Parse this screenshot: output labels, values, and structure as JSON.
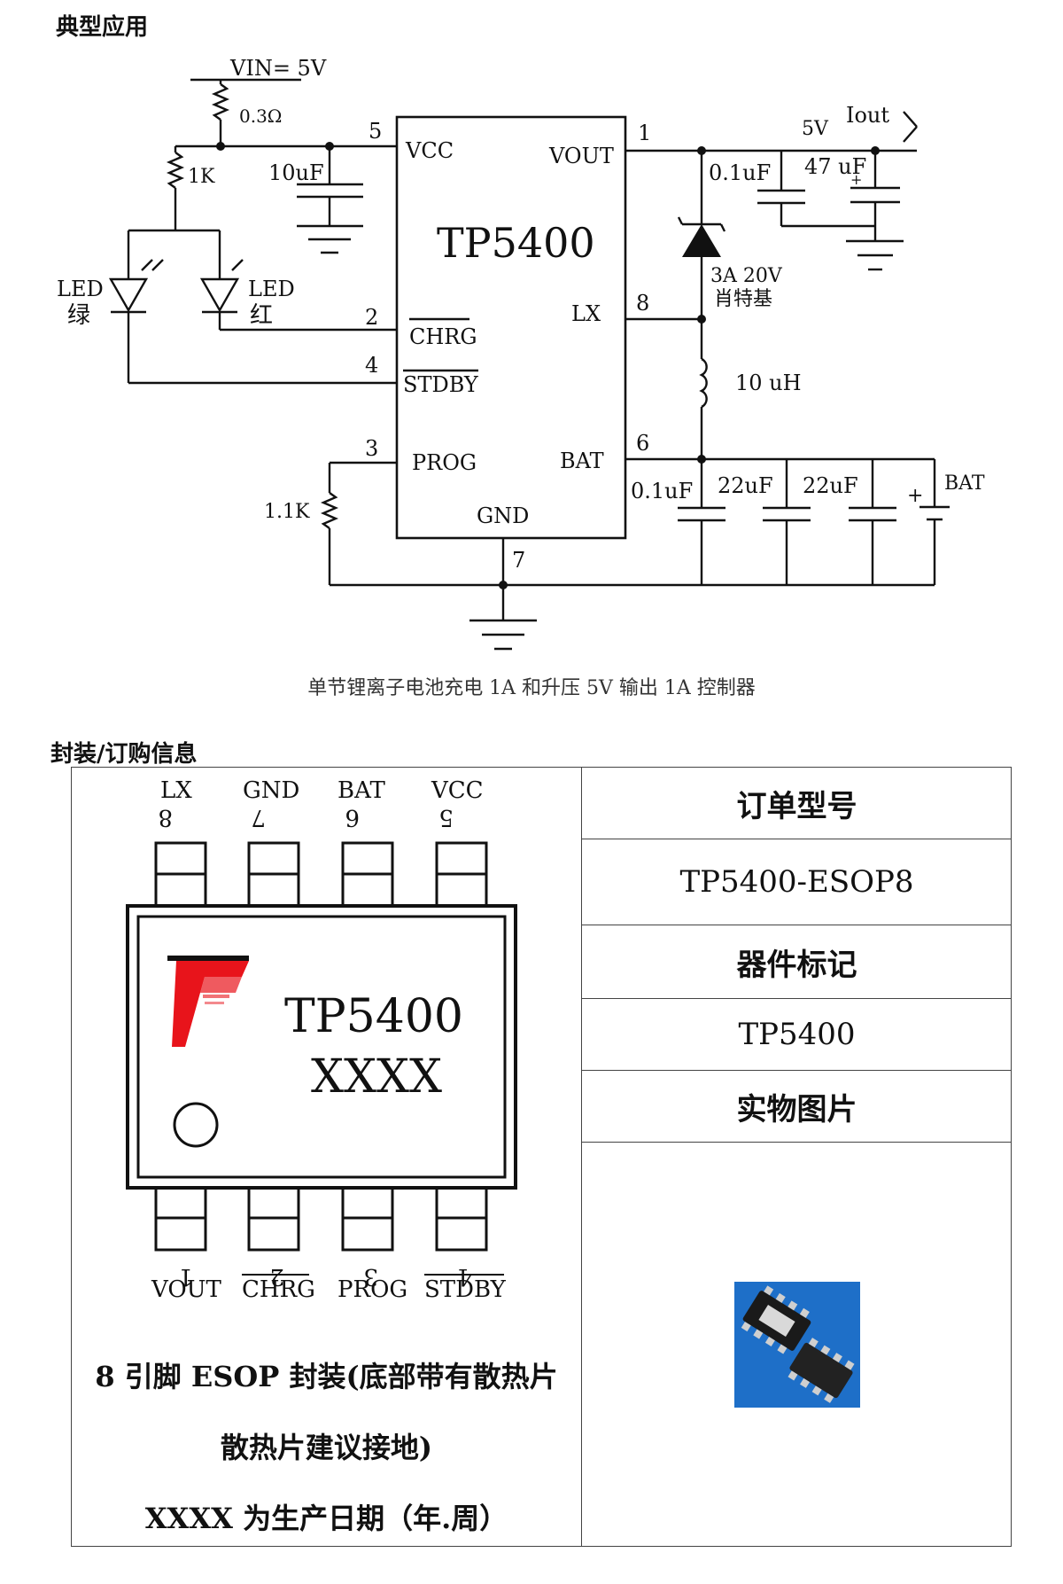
{
  "section1": {
    "heading": "典型应用"
  },
  "circuit": {
    "vin": "VIN= 5V",
    "r_sense": "0.3Ω",
    "r_led": "1K",
    "c_in": "10uF",
    "led_green": [
      "LED",
      "绿"
    ],
    "led_red": [
      "LED",
      "红"
    ],
    "chip_name": "TP5400",
    "pins": {
      "vcc": "VCC",
      "vout": "VOUT",
      "chrg": "CHRG",
      "stdby": "STDBY",
      "lx": "LX",
      "prog": "PROG",
      "bat": "BAT",
      "gnd": "GND"
    },
    "pin_numbers": {
      "vcc": "5",
      "vout": "1",
      "chrg": "2",
      "stdby": "4",
      "lx": "8",
      "prog": "3",
      "bat": "6",
      "gnd": "7"
    },
    "output_voltage": "5V",
    "iout": "Iout",
    "c_out1": "0.1uF",
    "c_out2": "47 uF",
    "diode_rating": "3A  20V",
    "diode_type": "肖特基",
    "inductor": "10 uH",
    "c_bat1": "0.1uF",
    "c_bat2": "22uF",
    "c_bat3": "22uF",
    "battery": "BAT",
    "r_prog": "1.1K",
    "caption": "单节锂离子电池充电 1A 和升压 5V 输出 1A 控制器"
  },
  "section2": {
    "heading": "封装/订购信息"
  },
  "package": {
    "top_pins": [
      {
        "name": "LX",
        "num": "8"
      },
      {
        "name": "GND",
        "num": "7"
      },
      {
        "name": "BAT",
        "num": "6"
      },
      {
        "name": "VCC",
        "num": "5"
      }
    ],
    "bottom_pins": [
      {
        "name": "VOUT",
        "num": "1"
      },
      {
        "name": "CHRG",
        "num": "2"
      },
      {
        "name": "PROG",
        "num": "3"
      },
      {
        "name": "STDBY",
        "num": "4"
      }
    ],
    "marking_line1": "TP5400",
    "marking_line2": "XXXX",
    "note_line1": "8 引脚 ESOP 封装(底部带有散热片",
    "note_line2": "散热片建议接地)",
    "note_line3": "XXXX 为生产日期（年.周）"
  },
  "ordering": {
    "order_label": "订单型号",
    "order_value": "TP5400-ESOP8",
    "marking_label": "器件标记",
    "marking_value": "TP5400",
    "photo_label": "实物图片"
  },
  "colors": {
    "logo_red": "#e8141b",
    "photo_bg": "#1e6fc8"
  }
}
